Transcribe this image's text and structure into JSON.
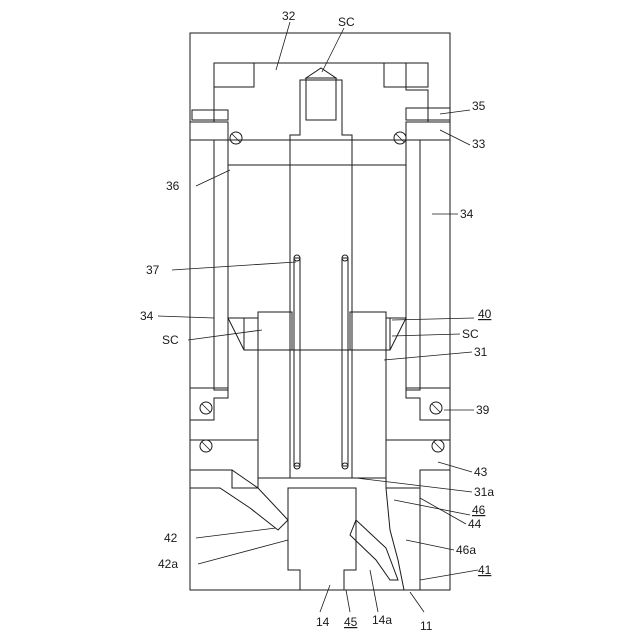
{
  "diagram": {
    "labels": {
      "l32": "32",
      "lSCtop": "SC",
      "l35": "35",
      "l33": "33",
      "l36": "36",
      "l34r": "34",
      "l37": "37",
      "l40": "40",
      "l34l": "34",
      "lSCl": "SC",
      "lSCr": "SC",
      "l31": "31",
      "l39": "39",
      "l43": "43",
      "l31a": "31a",
      "l46": "46",
      "l44": "44",
      "l42": "42",
      "l46a": "46a",
      "l42a": "42a",
      "l41": "41",
      "l14": "14",
      "l45": "45",
      "l14a": "14a",
      "l11": "11"
    }
  }
}
